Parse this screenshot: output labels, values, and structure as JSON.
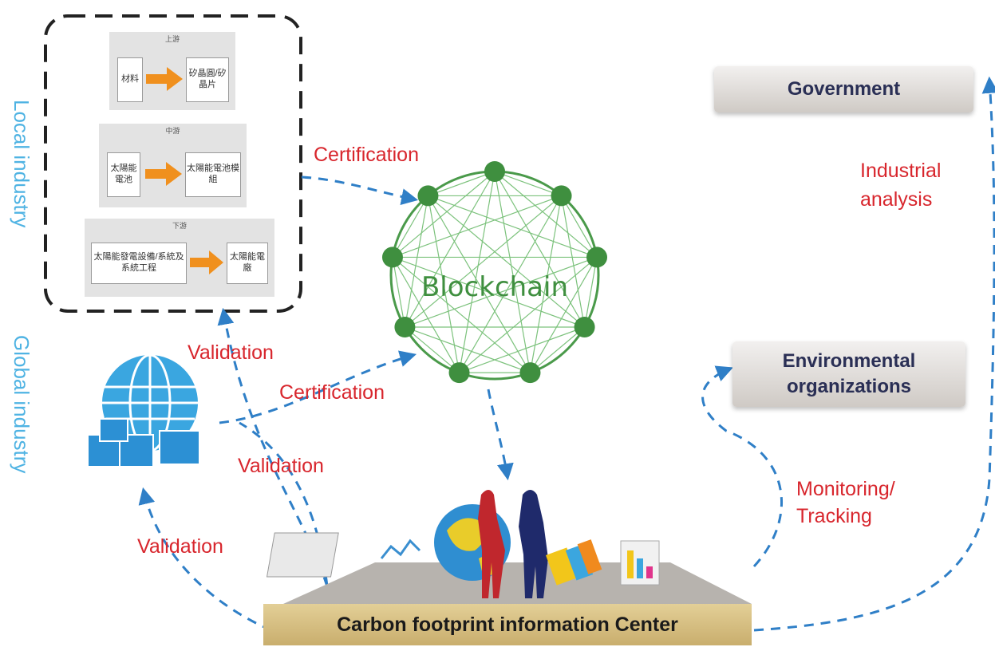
{
  "side_labels": {
    "local": "Local industry",
    "global": "Global industry"
  },
  "supply_chain": {
    "stages": [
      {
        "header": "上游",
        "from": "材料",
        "to": "矽晶圓/矽晶片"
      },
      {
        "header": "中游",
        "from": "太陽能電池",
        "to": "太陽能電池模組"
      },
      {
        "header": "下游",
        "from": "太陽能發電設備/系統及系統工程",
        "to": "太陽能電廠"
      }
    ]
  },
  "blockchain": {
    "label": "Blockchain",
    "node_count": 9,
    "color": "#3f8f3f"
  },
  "flow_labels": {
    "certification_top": "Certification",
    "certification_mid": "Certification",
    "validation_upper": "Validation",
    "validation_middle": "Validation",
    "validation_lower": "Validation",
    "industrial_analysis": "Industrial analysis",
    "monitoring": "Monitoring/ Tracking"
  },
  "stakeholders": {
    "government": "Government",
    "environmental": "Environmental organizations"
  },
  "center": {
    "label": "Carbon footprint information Center"
  },
  "colors": {
    "accent_blue": "#2f7fc7",
    "label_red": "#d8262d",
    "side_blue": "#4fb3e3",
    "arrow_orange": "#f0901e"
  }
}
